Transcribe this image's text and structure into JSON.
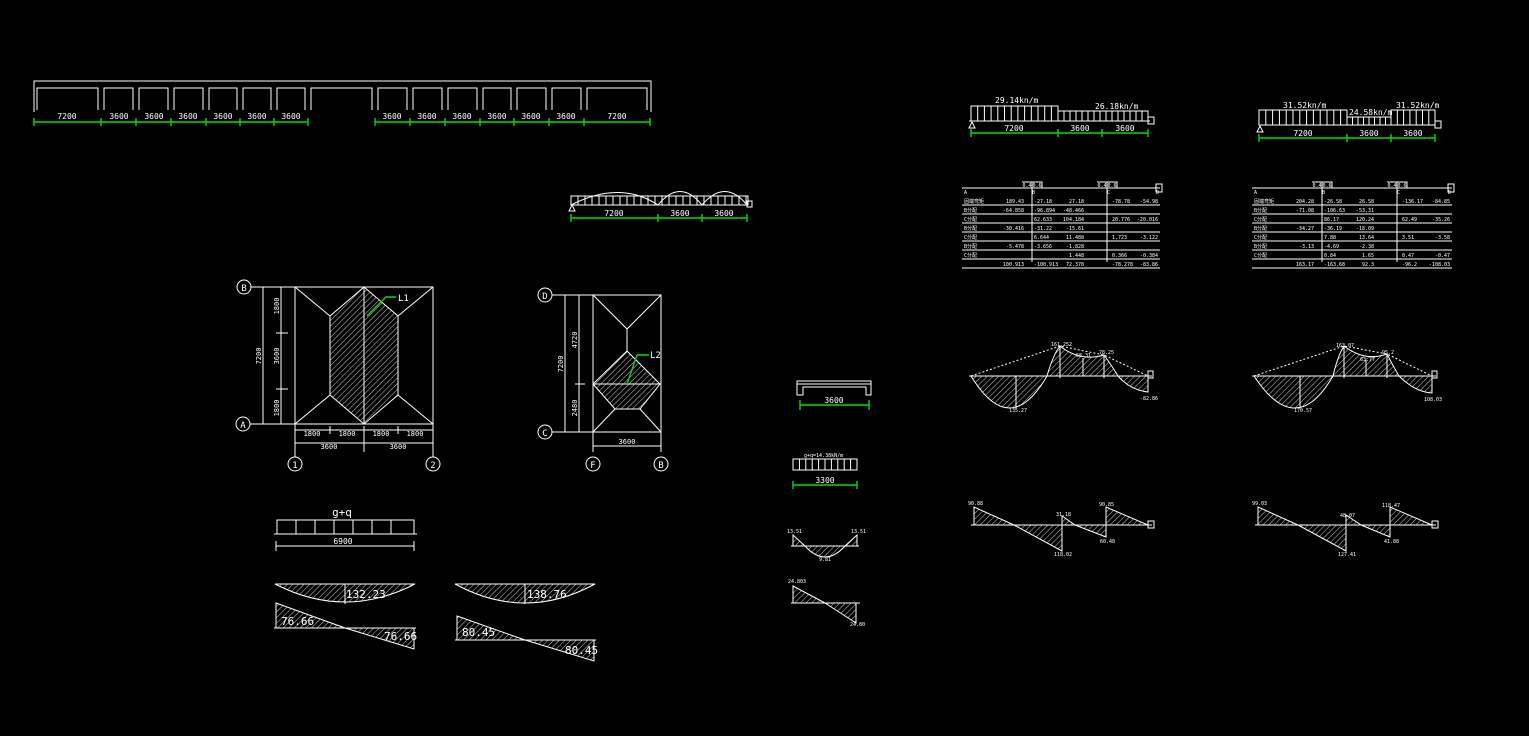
{
  "frame": {
    "left_spans": [
      "7200",
      "3600",
      "3600",
      "3600",
      "3600",
      "3600",
      "3600"
    ],
    "right_spans": [
      "3600",
      "3600",
      "3600",
      "3600",
      "3600",
      "3600",
      "7200"
    ]
  },
  "load_case_1": {
    "load_left": "29.14kn/m",
    "load_right": "26.18kn/m",
    "spans": [
      "7200",
      "3600",
      "3600"
    ]
  },
  "load_case_2": {
    "load_left": "31.52kn/m",
    "load_mid": "24.58kn/m",
    "load_right": "31.52kn/m",
    "spans": [
      "7200",
      "3600",
      "3600"
    ]
  },
  "envelope_beam": {
    "spans": [
      "7200",
      "3600",
      "3600"
    ]
  },
  "table_1": {
    "factors": [
      "0.4",
      "0.6",
      "0.4",
      "0.6"
    ],
    "nodes": [
      "A",
      "B",
      "C",
      "D"
    ],
    "rows": [
      {
        "label": "固端弯矩",
        "cells": [
          "189.43",
          "-27.18",
          "27.18",
          "-78.78",
          "-54.98"
        ]
      },
      {
        "label": "B分配",
        "cells": [
          "-64.858",
          "-96.894",
          "-48.466",
          "",
          ""
        ]
      },
      {
        "label": "C分配",
        "cells": [
          "",
          "62.633",
          "104.184",
          "20.776",
          "-20.016"
        ]
      },
      {
        "label": "B分配",
        "cells": [
          "-30.416",
          "-31.22",
          "-15.61",
          "",
          ""
        ]
      },
      {
        "label": "C分配",
        "cells": [
          "",
          "6.644",
          "11.488",
          "1.723",
          "-3.122"
        ]
      },
      {
        "label": "B分配",
        "cells": [
          "-5.478",
          "-3.656",
          "-1.828",
          "",
          ""
        ]
      },
      {
        "label": "C分配",
        "cells": [
          "",
          "",
          "1.448",
          "0.366",
          "-0.384"
        ]
      },
      {
        "label": "",
        "cells": [
          "100.913",
          "-100.913",
          "72.378",
          "-78.278",
          "-83.86"
        ]
      }
    ]
  },
  "table_2": {
    "factors": [
      "0.4",
      "0.6",
      "0.4",
      "0.6"
    ],
    "nodes": [
      "A",
      "B",
      "C",
      "D"
    ],
    "rows": [
      {
        "label": "固端弯矩",
        "cells": [
          "204.28",
          "-26.58",
          "26.58",
          "-136.17",
          "-84.85"
        ]
      },
      {
        "label": "B分配",
        "cells": [
          "-71.08",
          "-106.63",
          "-53.31",
          "",
          ""
        ]
      },
      {
        "label": "C分配",
        "cells": [
          "",
          "86.17",
          "120.24",
          "62.49",
          "-35.26"
        ]
      },
      {
        "label": "B分配",
        "cells": [
          "-34.27",
          "-36.19",
          "-18.09",
          "",
          ""
        ]
      },
      {
        "label": "C分配",
        "cells": [
          "",
          "7.88",
          "13.64",
          "3.51",
          "-3.58"
        ]
      },
      {
        "label": "B分配",
        "cells": [
          "-3.13",
          "-4.69",
          "-2.38",
          "",
          ""
        ]
      },
      {
        "label": "C分配",
        "cells": [
          "",
          "0.84",
          "1.65",
          "0.47",
          "-0.47"
        ]
      },
      {
        "label": "",
        "cells": [
          "163.17",
          "-163.68",
          "92.3",
          "-96.2",
          "-108.03"
        ]
      }
    ]
  },
  "moment_1": {
    "labels": [
      "161.252",
      "68.31",
      "78.25",
      "135.27",
      "-82.86"
    ]
  },
  "moment_2": {
    "labels": [
      "163.07",
      "63.77",
      "95.2",
      "170.57",
      "108.03"
    ]
  },
  "shear_1": {
    "labels": [
      "90.88",
      "31.18",
      "90.85",
      "118.02",
      "60.48"
    ]
  },
  "shear_2": {
    "labels": [
      "99.03",
      "48.07",
      "118.47",
      "127.41",
      "41.88"
    ]
  },
  "plan_1": {
    "axes": {
      "top": "B",
      "bottom": "A",
      "left": "1",
      "right": "2"
    },
    "vertical_dims": [
      "1800",
      "3600",
      "1800"
    ],
    "total_vertical": "7200",
    "horizontal_dims": [
      "1800",
      "1800",
      "1800",
      "1800"
    ],
    "horizontal_totals": [
      "3600",
      "3600"
    ],
    "beam_tag": "L1"
  },
  "plan_2": {
    "axes": {
      "top": "D",
      "bottom": "C",
      "left": "F",
      "right": "B"
    },
    "vertical_dims": [
      "4720",
      "2480"
    ],
    "total_vertical": "7200",
    "horizontal_total": "3600",
    "beam_tag": "L2"
  },
  "small_beam": {
    "section_span": "3600",
    "load_label": "g+q=14.38kN/m",
    "calc_span": "3300",
    "moment_labels": [
      "13.51",
      "13.51",
      "9.81"
    ],
    "shear_labels": [
      "24.803",
      "24.80"
    ]
  },
  "simple_beam": {
    "load_label": "g+q",
    "span": "6900",
    "moment_a": "132.23",
    "shear_a": [
      "76.66",
      "76.66"
    ],
    "moment_b": "138.76",
    "shear_b": [
      "80.45",
      "80.45"
    ]
  }
}
